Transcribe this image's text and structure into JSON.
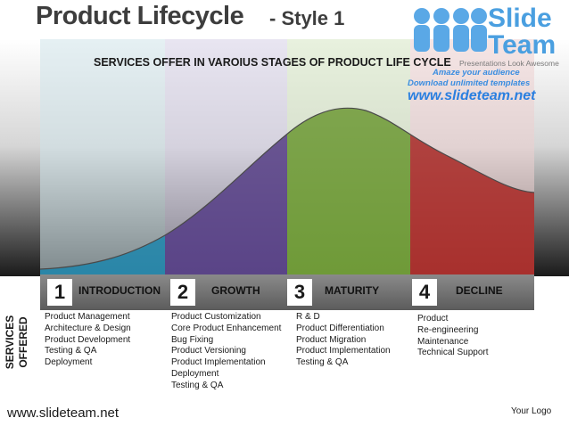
{
  "header": {
    "title": "Product Lifecycle",
    "subtitle": "- Style 1"
  },
  "chart_heading": "SERVICES OFFER IN VAROIUS STAGES OF PRODUCT LIFE CYCLE",
  "logo": {
    "word1": "Slide",
    "word2": "Team",
    "tagline": "Presentations Look Awesome",
    "line1": "Amaze your audience",
    "line2": "Download unlimited templates",
    "url": "www.slideteam.net"
  },
  "colors": {
    "introduction": "#2a86a8",
    "growth": "#5a4487",
    "maturity": "#6f9a38",
    "decline": "#a8302d"
  },
  "stages": [
    {
      "number": "1",
      "name": "INTRODUCTION",
      "services": [
        "Product Management",
        "Architecture & Design",
        "Product  Development",
        "Testing & QA",
        "Deployment"
      ]
    },
    {
      "number": "2",
      "name": "GROWTH",
      "services": [
        "Product Customization",
        "Core Product Enhancement",
        "Bug Fixing",
        "Product Versioning",
        "Product Implementation",
        "Deployment",
        "Testing & QA"
      ]
    },
    {
      "number": "3",
      "name": "MATURITY",
      "services": [
        "R & D",
        "Product Differentiation",
        "Product Migration",
        "Product Implementation",
        "Testing & QA"
      ]
    },
    {
      "number": "4",
      "name": "DECLINE",
      "services": [
        "Product",
        "Re-engineering",
        "Maintenance",
        "Technical Support"
      ]
    }
  ],
  "services_label": {
    "line1": "SERVICES",
    "line2": "OFFERED"
  },
  "footer": {
    "url": "www.slideteam.net",
    "logo_text": "Your Logo"
  }
}
